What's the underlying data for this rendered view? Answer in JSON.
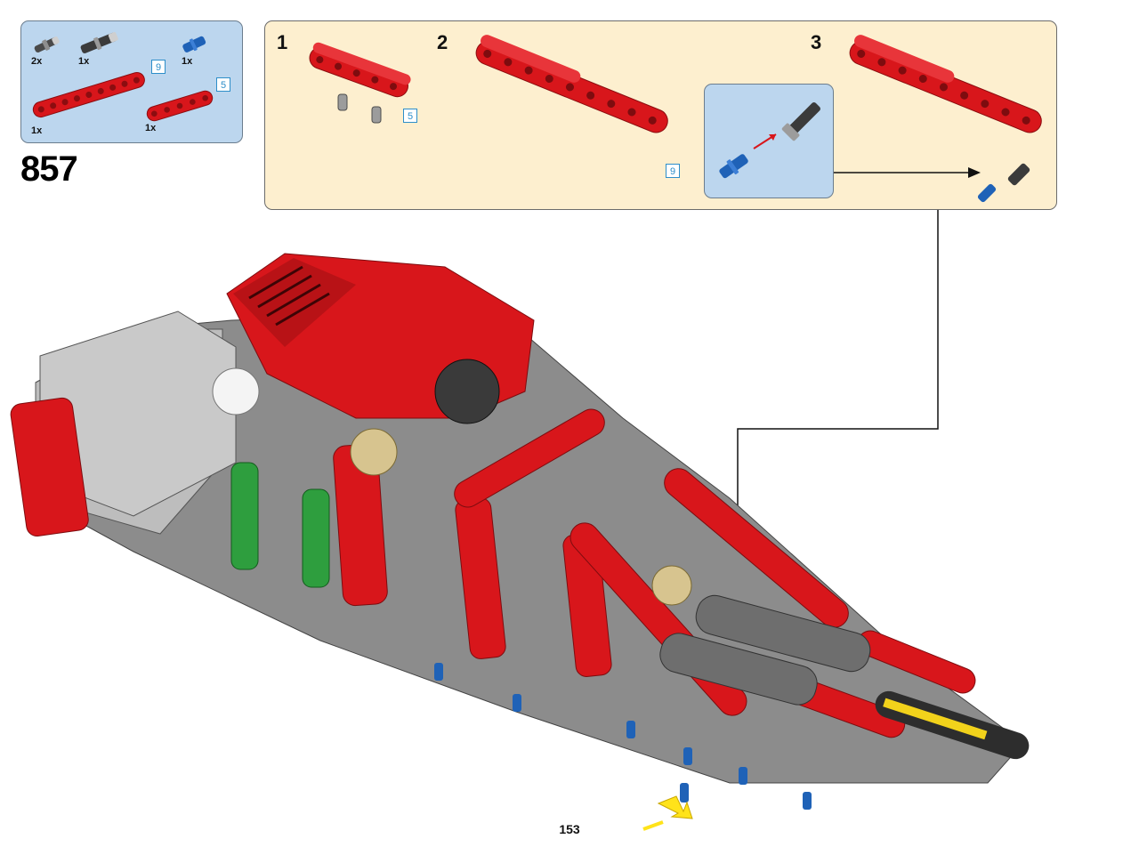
{
  "parts_list": {
    "items": [
      {
        "qty": "2x",
        "part": "grey-axle-pin-icon"
      },
      {
        "qty": "1x",
        "part": "dark-grey-axle-connector-icon"
      },
      {
        "qty": "1x",
        "part": "blue-axle-pin-icon"
      },
      {
        "qty": "1x",
        "part": "red-liftarm-9-icon",
        "length": "9"
      },
      {
        "qty": "1x",
        "part": "red-liftarm-5-icon",
        "length": "5"
      }
    ]
  },
  "step_number": "857",
  "sub_assembly": {
    "steps": [
      {
        "label": "1",
        "length_label": "5"
      },
      {
        "label": "2",
        "length_label": "9"
      },
      {
        "label": "3"
      }
    ]
  },
  "colors": {
    "parts_bg": "#bcd6ee",
    "sub_bg": "#fdefcf",
    "red": "#d8161b",
    "grey": "#a9a9a9",
    "blue": "#1f62b7",
    "highlight": "#ffe31a"
  },
  "page_number": "153"
}
